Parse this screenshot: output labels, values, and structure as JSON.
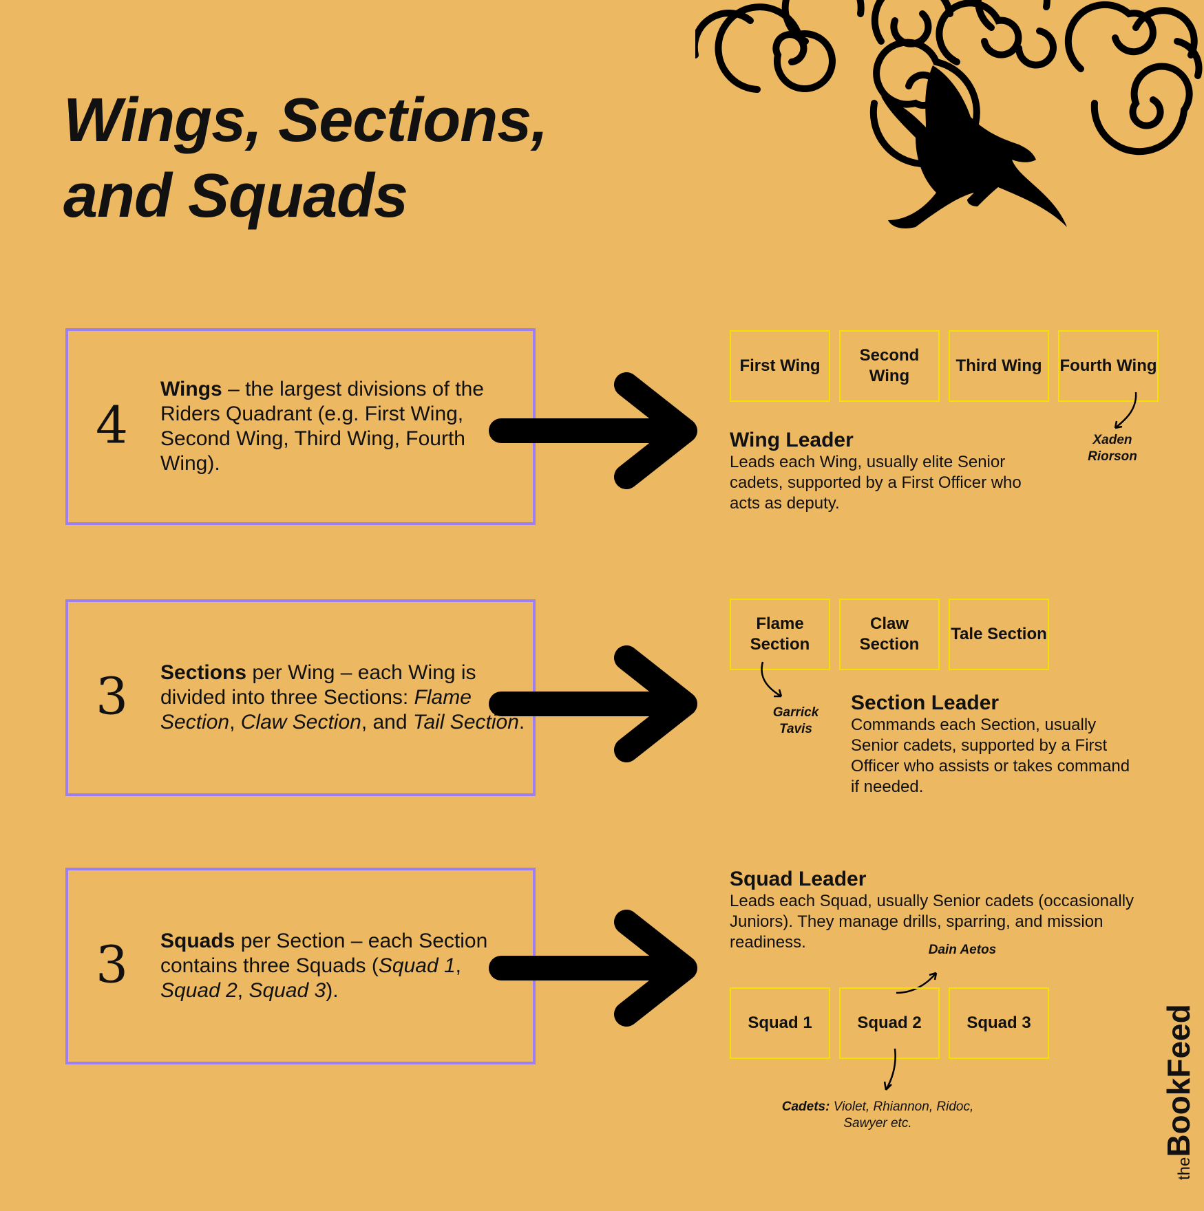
{
  "title": {
    "line1": "Wings, Sections,",
    "line2": "and Squads"
  },
  "rows": [
    {
      "number": "4",
      "bold": "Wings",
      "text_parts": [
        " – the largest divisions of the Riders Quadrant (e.g. First Wing, Second Wing, Third Wing, Fourth Wing)."
      ]
    },
    {
      "number": "3",
      "bold": "Sections",
      "t1": " per Wing – each Wing is divided into three Sections: ",
      "i1": "Flame Section",
      "t2": ", ",
      "i2": "Claw Section",
      "t3": ", and ",
      "i3": "Tail Section",
      "t4": "."
    },
    {
      "number": "3",
      "bold": "Squads",
      "t1": " per Section – each Section contains three Squads (",
      "i1": "Squad 1",
      "t2": ", ",
      "i2": "Squad 2",
      "t3": ", ",
      "i3": "Squad 3",
      "t4": ")."
    }
  ],
  "wings": {
    "boxes": [
      "First Wing",
      "Second Wing",
      "Third Wing",
      "Fourth Wing"
    ],
    "leader_title": "Wing Leader",
    "leader_desc": "Leads each Wing, usually elite Senior cadets, supported by a First Officer who acts as deputy.",
    "note": "Xaden Riorson"
  },
  "sections": {
    "boxes": [
      "Flame Section",
      "Claw Section",
      "Tale Section"
    ],
    "leader_title": "Section Leader",
    "leader_desc": "Commands each Section, usually Senior cadets, supported by a First Officer who assists or takes command if needed.",
    "note": "Garrick Tavis"
  },
  "squads": {
    "boxes": [
      "Squad 1",
      "Squad 2",
      "Squad 3"
    ],
    "leader_title": "Squad Leader",
    "leader_desc": "Leads each Squad, usually Senior cadets (occasionally Juniors). They manage drills, sparring, and mission readiness.",
    "note": "Dain Aetos",
    "cadets_label": "Cadets:",
    "cadets_names": "Violet, Rhiannon, Ridoc, Sawyer etc."
  },
  "brand": {
    "prefix": "the",
    "name": "BookFeed"
  },
  "colors": {
    "background": "#edb862",
    "box_border": "#9d7ff2",
    "tag_border": "#f4e100"
  }
}
